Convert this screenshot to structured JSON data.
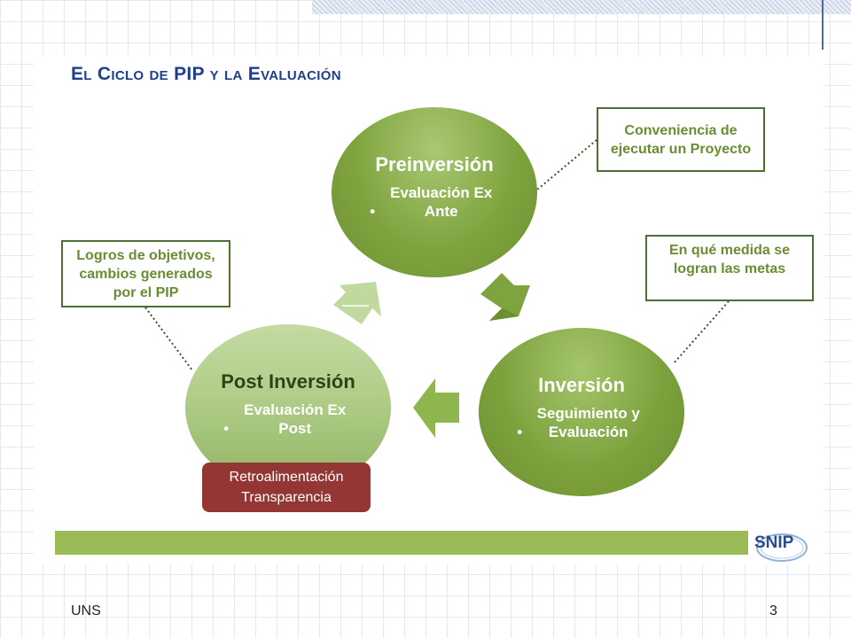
{
  "title": "El Ciclo de PIP y la Evaluación",
  "phases": {
    "preinversion": {
      "title": "Preinversión",
      "bullet": "Evaluación Ex Ante"
    },
    "inversion": {
      "title": "Inversión",
      "bullet": "Seguimiento y Evaluación"
    },
    "post_inversion": {
      "title": "Post Inversión",
      "bullet": "Evaluación Ex Post"
    }
  },
  "callouts": {
    "conveniencia": [
      "Conveniencia de",
      "ejecutar un Proyecto"
    ],
    "medida": [
      "En qué medida se",
      "logran las metas"
    ],
    "logros": [
      "Logros de objetivos,",
      "cambios generados",
      "por el PIP"
    ]
  },
  "feedback": [
    "Retroalimentación",
    "Transparencia"
  ],
  "logo": "SNIP",
  "footer": {
    "left": "UNS",
    "page_number": "3"
  },
  "colors": {
    "title": "#1f3e8c",
    "phase_green": "#7fa43f",
    "post_green": "#b0cd88",
    "callout_text": "#6c8c34",
    "feedback_red": "#943634",
    "bar_green": "#9bbb59"
  }
}
